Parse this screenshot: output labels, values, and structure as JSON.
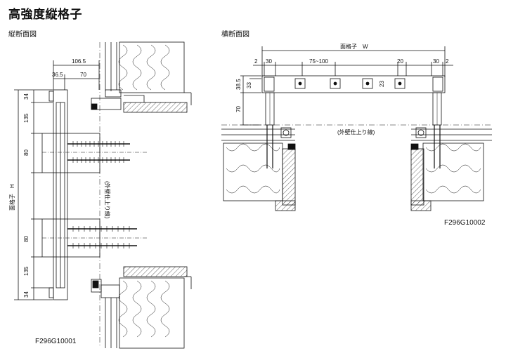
{
  "title": "高強度縦格子",
  "vertical_section": {
    "label": "縦断面図",
    "code": "F296G10001",
    "dims": {
      "d106_5": "106.5",
      "d36_5": "36.5",
      "d70": "70",
      "d34_top": "34",
      "d135_top": "135",
      "d80_a": "80",
      "d80_b": "80",
      "d135_bot": "135",
      "d34_bot": "34",
      "height": "面格子　H",
      "wall_line": "(外壁仕上り線)"
    }
  },
  "horizontal_section": {
    "label": "横断面図",
    "code": "F296G10002",
    "dims": {
      "width": "面格子　W",
      "d2_l": "2",
      "d30_l": "30",
      "d75_100": "75~100",
      "d20": "20",
      "d30_r": "30",
      "d2_r": "2",
      "d38_5": "38.5",
      "d33": "33",
      "d23": "23",
      "d70": "70",
      "wall_line": "(外壁仕上り線)"
    }
  }
}
